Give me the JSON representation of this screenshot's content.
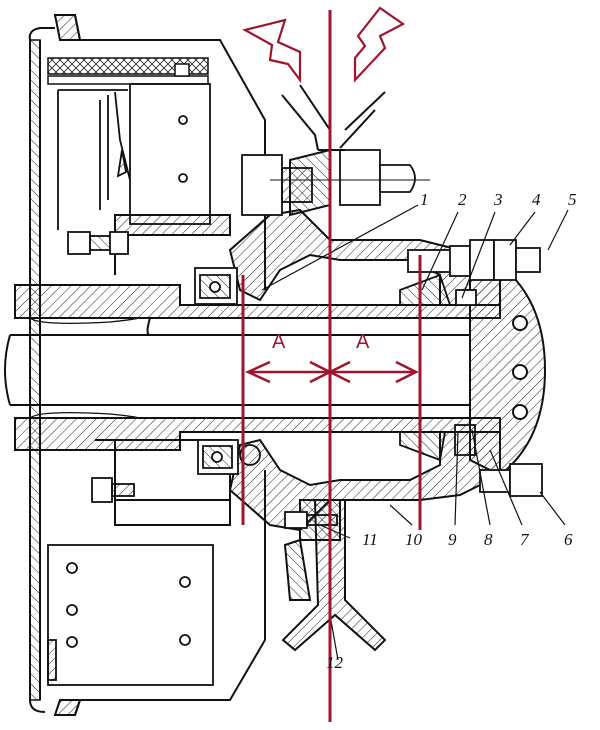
{
  "callouts": [
    {
      "id": "1",
      "label": "1"
    },
    {
      "id": "2",
      "label": "2"
    },
    {
      "id": "3",
      "label": "3"
    },
    {
      "id": "4",
      "label": "4"
    },
    {
      "id": "5",
      "label": "5"
    },
    {
      "id": "6",
      "label": "6"
    },
    {
      "id": "7",
      "label": "7"
    },
    {
      "id": "8",
      "label": "8"
    },
    {
      "id": "9",
      "label": "9"
    },
    {
      "id": "10",
      "label": "10"
    },
    {
      "id": "11",
      "label": "11"
    },
    {
      "id": "12",
      "label": "12"
    }
  ],
  "dimension": {
    "left_label": "A",
    "right_label": "A"
  },
  "colors": {
    "annotation": "#a0142c",
    "ink": "#111111",
    "paper": "#ffffff"
  }
}
